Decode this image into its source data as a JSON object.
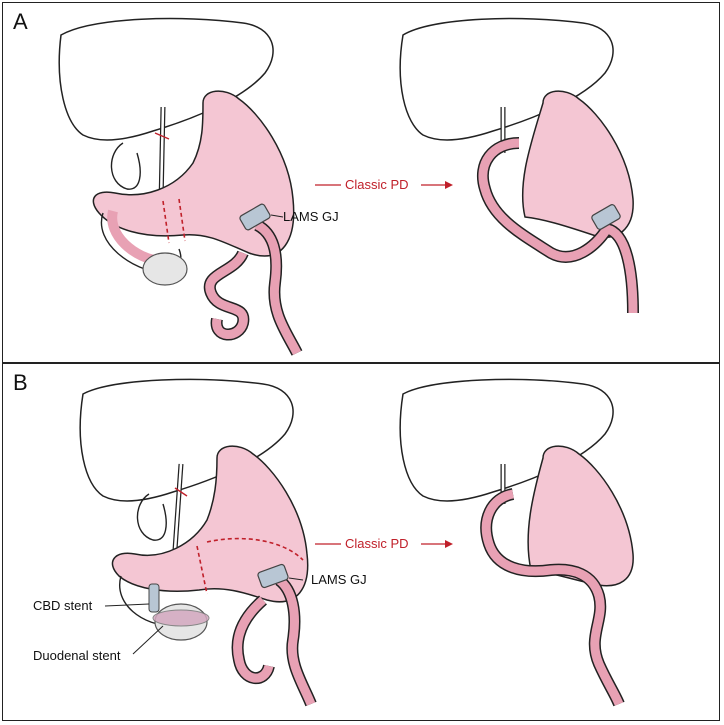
{
  "panels": [
    {
      "letter": "A",
      "arrow_label": "Classic PD",
      "labels": {
        "lams": "LAMS GJ"
      }
    },
    {
      "letter": "B",
      "arrow_label": "Classic PD",
      "labels": {
        "lams": "LAMS GJ",
        "cbd": "CBD stent",
        "duodenal": "Duodenal stent"
      }
    }
  ],
  "colors": {
    "organ_pink": "#f4c6d3",
    "bowel_pink": "#e8a1b4",
    "stent_blue": "#b8c6d4",
    "arrow_red": "#c0202a",
    "outline": "#222222"
  }
}
